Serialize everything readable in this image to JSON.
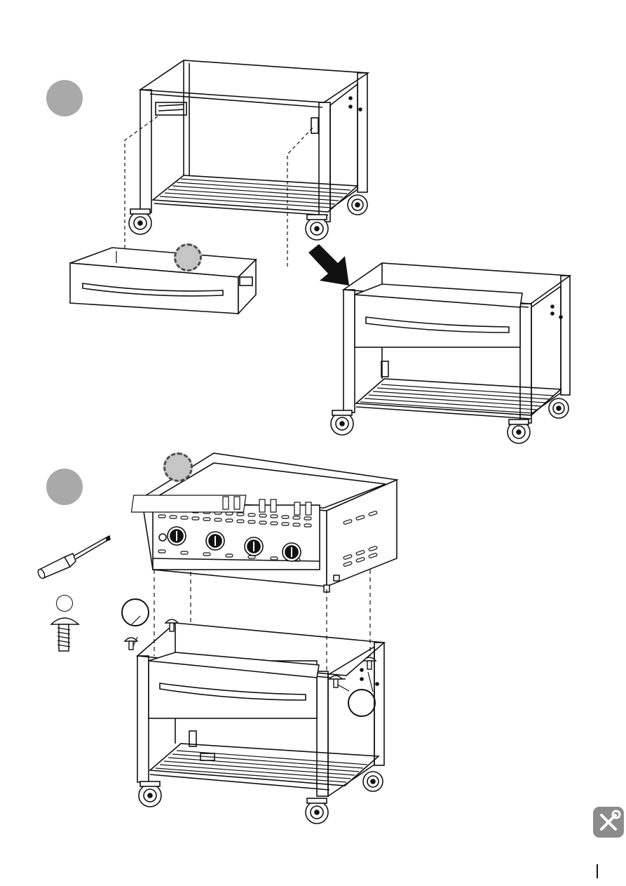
{
  "page": {
    "background": "#ffffff",
    "line_color": "#111111",
    "step_marker_color": "#a9a9a9",
    "hardware_marker_color": "#c6c6c6",
    "tools_badge_color": "#8c8c8c"
  },
  "step1": {
    "number": "",
    "parts": [
      "cart-frame",
      "drawer",
      "assembled-cart"
    ],
    "icons": [
      "insert-arrow-icon",
      "hardware-callout-icon"
    ]
  },
  "step2": {
    "number": "",
    "parts": [
      "grill-head",
      "cart-with-drawer",
      "screwdriver",
      "bolt"
    ],
    "icons": [
      "screwdriver-icon",
      "bolt-icon",
      "hardware-callout-icon",
      "tools-icon"
    ]
  },
  "hardware": {
    "bolt_qty_label": "",
    "callout_label": ""
  },
  "footer": {
    "badge_icon": "tools-icon"
  }
}
